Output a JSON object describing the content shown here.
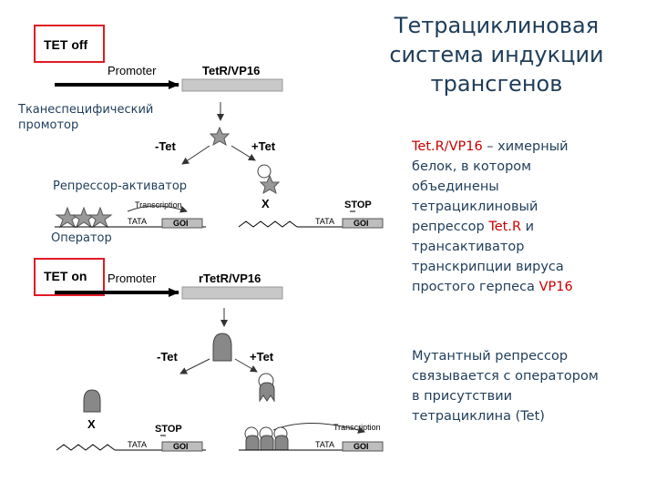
{
  "title": "Тетрациклиновая система индукции трансгенов",
  "description": {
    "tetr_vp16_lines": [
      "Tet.R/VP16 – химерный",
      "белок, в котором",
      "объединены",
      "тетрациклиновый",
      "репрессор Tet.R и",
      "трансактиватор",
      "транскрипции вируса",
      "простого герпеса VP16"
    ],
    "tetr_vp16_red_terms": [
      "Tet.R/VP16",
      "Tet.R",
      "VP16"
    ],
    "mutant_lines": [
      "Мутантный репрессор",
      "связывается с оператором",
      "в присутствии",
      "тетрациклина (Tet)"
    ]
  },
  "labels": {
    "tissue_promoter": [
      "Тканеспецифический",
      "промотор"
    ],
    "repressor_activator": "Репрессор-активатор",
    "operator": "Оператор"
  },
  "diagram": {
    "tet_off": {
      "box": "TET off",
      "promoter": "Promoter",
      "construct": "TetR/VP16",
      "minus_tet": "-Tet",
      "plus_tet": "+Tet",
      "transcription": "Transcription",
      "tata": "TATA",
      "goi": "GOI",
      "blocked": "X",
      "stop": "STOP"
    },
    "tet_on": {
      "box": "TET on",
      "promoter": "Promoter",
      "construct": "rTetR/VP16",
      "minus_tet": "-Tet",
      "plus_tet": "+Tet",
      "transcription": "Transcription",
      "tata": "TATA",
      "goi": "GOI",
      "blocked": "X",
      "stop": "STOP"
    }
  },
  "colors": {
    "title_text": "#1f3d5a",
    "highlight_red": "#cc0000",
    "box_border": "#e01b24",
    "construct_bar": "#c8c8c8",
    "goi_box": "#bdbdbd",
    "repressor_shape": "#888888"
  }
}
